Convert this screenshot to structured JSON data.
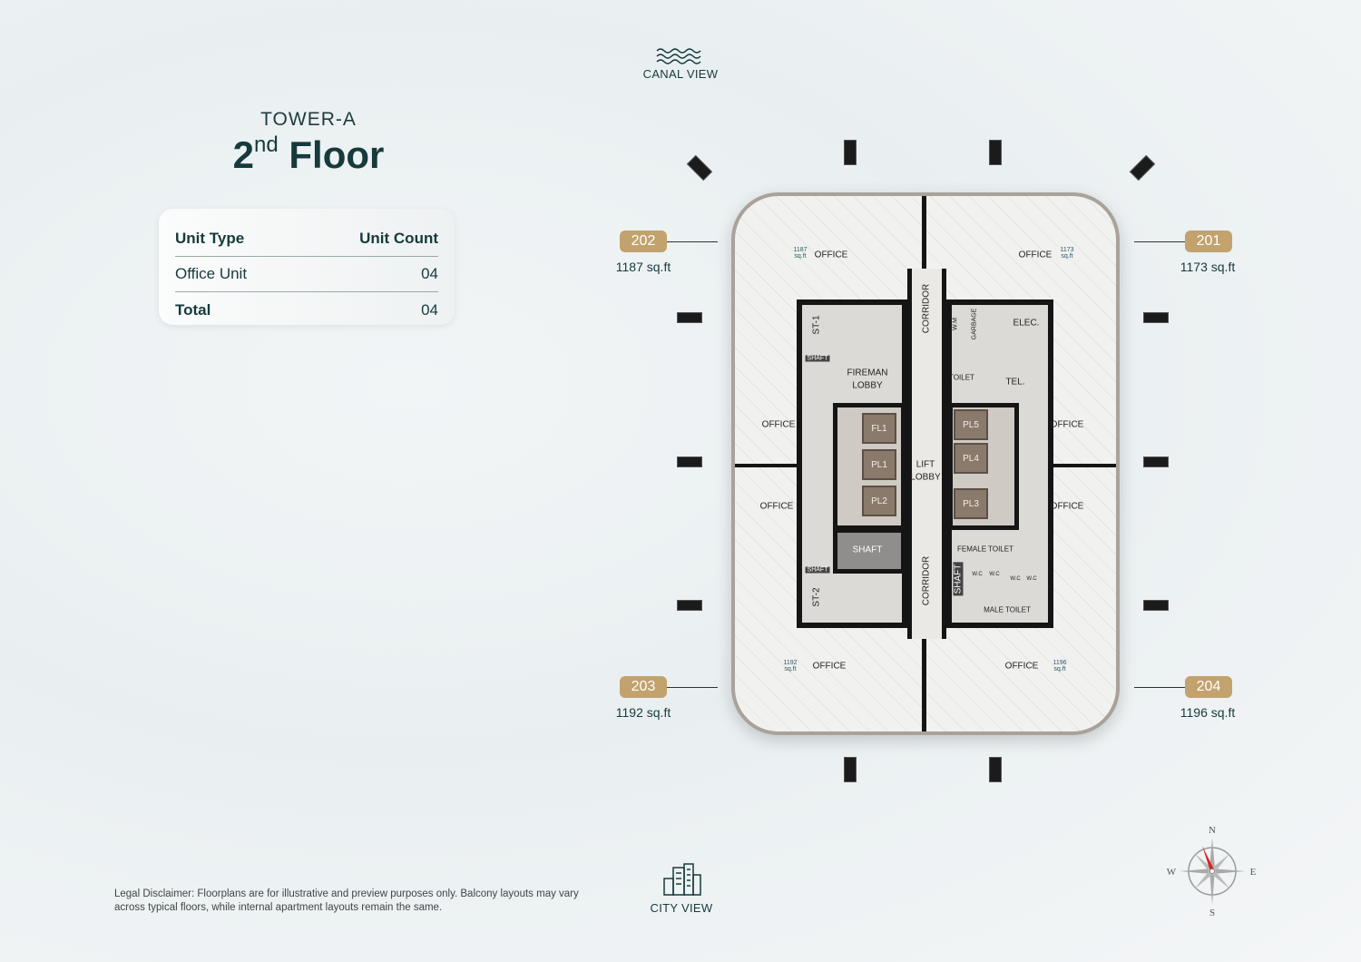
{
  "header": {
    "tower": "TOWER-A",
    "floor_number": "2",
    "floor_suffix": "nd",
    "floor_word": "Floor"
  },
  "unit_table": {
    "headers": [
      "Unit Type",
      "Unit Count"
    ],
    "rows": [
      {
        "type": "Office Unit",
        "count": "04"
      },
      {
        "type": "Total",
        "count": "04"
      }
    ]
  },
  "views": {
    "top": "CANAL VIEW",
    "bottom": "CITY VIEW"
  },
  "units": [
    {
      "number": "202",
      "area": "1187 sq.ft"
    },
    {
      "number": "201",
      "area": "1173 sq.ft"
    },
    {
      "number": "203",
      "area": "1192 sq.ft"
    },
    {
      "number": "204",
      "area": "1196 sq.ft"
    }
  ],
  "plan": {
    "office": "OFFICE",
    "sqft_unit": "sq.ft",
    "sqft": [
      "1187",
      "1173",
      "1192",
      "1196"
    ],
    "corridor": "CORRIDOR",
    "st1": "ST-1",
    "st2": "ST-2",
    "shaft": "SHAFT",
    "fireman_1": "FIREMAN",
    "fireman_2": "LOBBY",
    "wm": "W.M",
    "garbage": "GARBAGE",
    "elec": "ELEC.",
    "toilet": "TOILET",
    "tel": "TEL.",
    "lifts": [
      "FL1",
      "PL1",
      "PL2",
      "PL5",
      "PL4",
      "PL3"
    ],
    "lift_1": "LIFT",
    "lift_2": "LOBBY",
    "female_toilet": "FEMALE TOILET",
    "male_toilet": "MALE TOILET",
    "wc": "W.C"
  },
  "compass": {
    "n": "N",
    "s": "S",
    "e": "E",
    "w": "W"
  },
  "disclaimer": "Legal Disclaimer: Floorplans are for illustrative and preview purposes only. Balcony layouts may vary across typical floors, while internal apartment layouts remain the same.",
  "colors": {
    "accent": "#c2a26d",
    "text": "#173a3c",
    "wall": "#151515"
  }
}
